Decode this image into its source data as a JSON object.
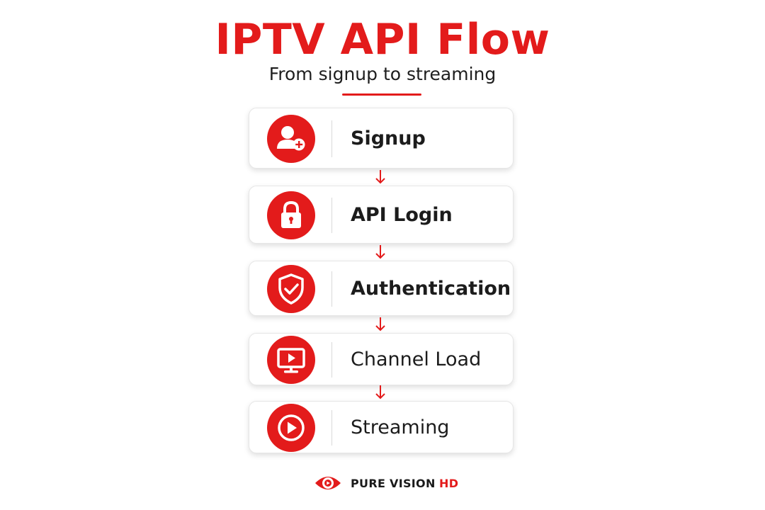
{
  "title": "IPTV API Flow",
  "subtitle": "From signup to streaming",
  "steps": [
    {
      "label": "Signup",
      "icon": "user-add-icon"
    },
    {
      "label": "API Login",
      "icon": "lock-icon"
    },
    {
      "label": "Authentication",
      "icon": "shield-check-icon"
    },
    {
      "label": "Channel Load",
      "icon": "monitor-play-icon"
    },
    {
      "label": "Streaming",
      "icon": "play-circle-icon"
    }
  ],
  "brand": {
    "name": "PURE VISION",
    "accent": "HD",
    "logo_icon": "eye-logo-icon"
  },
  "colors": {
    "accent": "#e31b1b",
    "text": "#1c1c1c",
    "card_border": "#e6e6e6"
  }
}
